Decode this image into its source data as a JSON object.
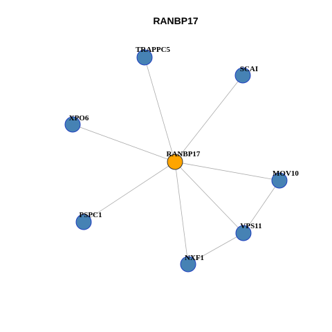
{
  "title": "RANBP17",
  "colors": {
    "background": "#ffffff",
    "edge": "#aaaaaa",
    "node_fill": "#4682B4",
    "node_stroke": "#1f3fbf",
    "center_fill": "#FFA500",
    "center_stroke": "#333333"
  },
  "graph": {
    "nodes": [
      {
        "id": "RANBP17",
        "label": "RANBP17",
        "center": true
      },
      {
        "id": "TRAPPC5",
        "label": "TRAPPC5",
        "center": false
      },
      {
        "id": "SCAI",
        "label": "SCAI",
        "center": false
      },
      {
        "id": "XPO6",
        "label": "XPO6",
        "center": false
      },
      {
        "id": "MOV10",
        "label": "MOV10",
        "center": false
      },
      {
        "id": "PSPC1",
        "label": "PSPC1",
        "center": false
      },
      {
        "id": "VPS11",
        "label": "VPS11",
        "center": false
      },
      {
        "id": "NXF1",
        "label": "NXF1",
        "center": false
      }
    ],
    "edges": [
      {
        "source": "RANBP17",
        "target": "TRAPPC5"
      },
      {
        "source": "RANBP17",
        "target": "SCAI"
      },
      {
        "source": "RANBP17",
        "target": "XPO6"
      },
      {
        "source": "RANBP17",
        "target": "MOV10"
      },
      {
        "source": "RANBP17",
        "target": "PSPC1"
      },
      {
        "source": "RANBP17",
        "target": "VPS11"
      },
      {
        "source": "RANBP17",
        "target": "NXF1"
      },
      {
        "source": "MOV10",
        "target": "VPS11"
      },
      {
        "source": "VPS11",
        "target": "NXF1"
      }
    ]
  }
}
